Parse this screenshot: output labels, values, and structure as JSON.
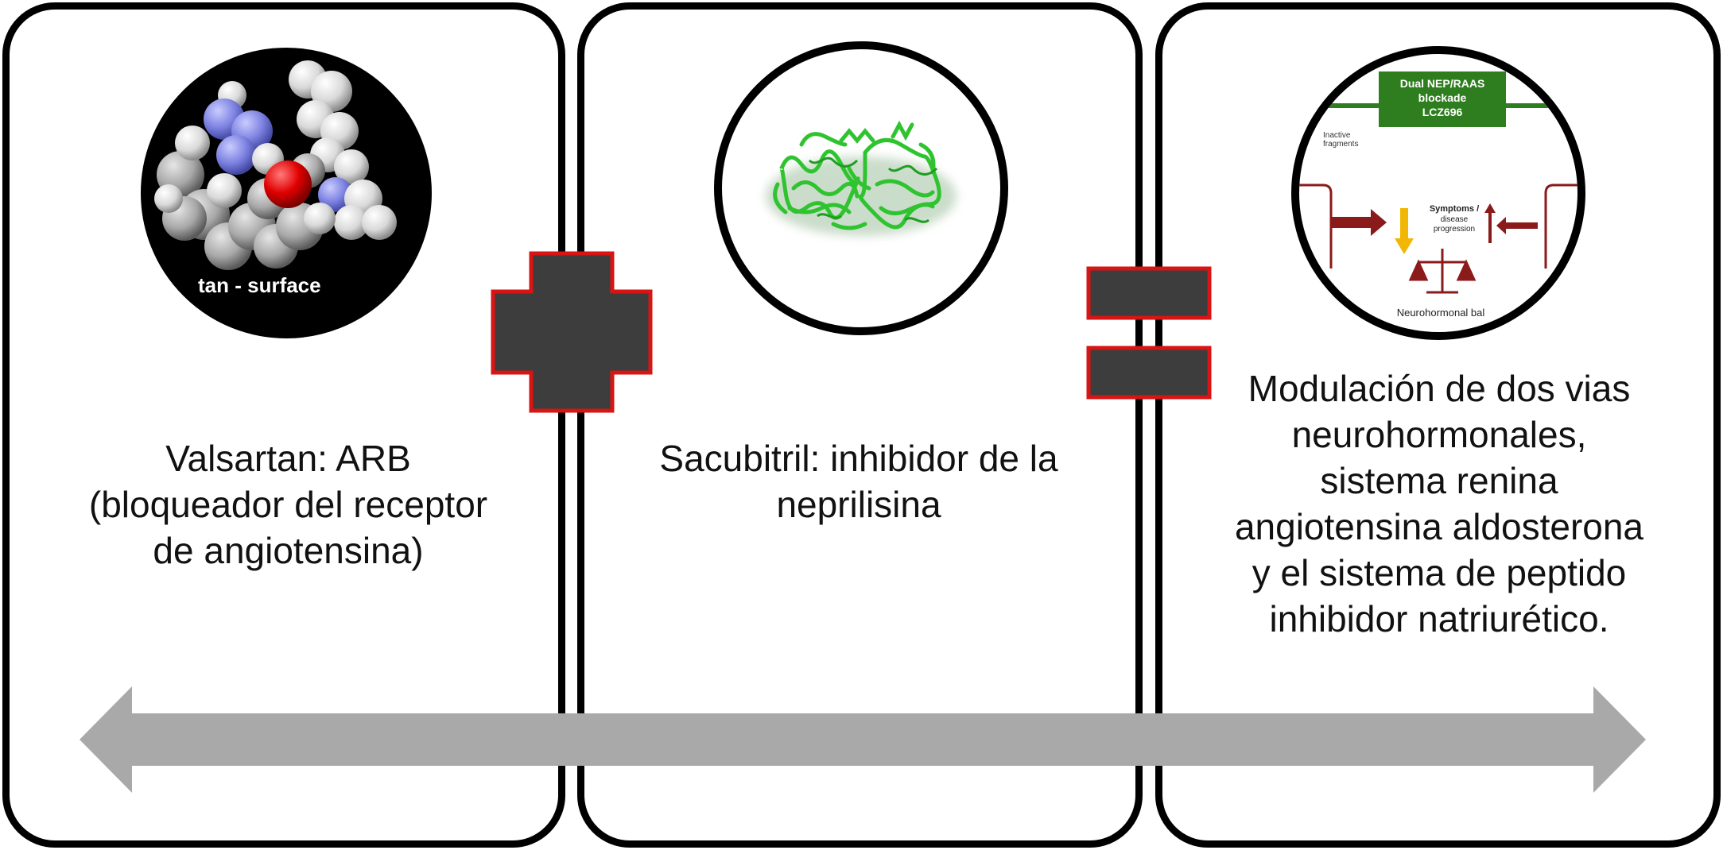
{
  "panels": [
    {
      "image_label": "tan - surface",
      "caption_lines": [
        "Valsartan: ARB",
        "(bloqueador del receptor",
        "de angiotensina)"
      ]
    },
    {
      "caption_lines": [
        "Sacubitril: inhibidor de la",
        "neprilisina"
      ]
    },
    {
      "image_texts": {
        "box_line_1": "Dual NEP/RAAS",
        "box_line_2": "blockade",
        "box_line_3": "LCZ696",
        "inactive_line_1": "Inactive",
        "inactive_line_2": "fragments",
        "symptoms_line_1": "Symptoms /",
        "symptoms_line_2": "disease",
        "symptoms_line_3": "progression",
        "bottom_label": "Neurohormonal bal"
      },
      "caption_lines": [
        "Modulación de dos vias",
        "neurohormonales,",
        "sistema renina",
        "angiotensina aldosterona",
        "y el sistema de peptido",
        "inhibidor natriurético."
      ]
    }
  ],
  "colors": {
    "operator_fill": "#3d3d3d",
    "operator_border": "#d81414",
    "arrow": "#a9a9a9",
    "protein_green": "#33cc33",
    "box_green": "#2e7d1e",
    "dark_red": "#8b1a1a"
  }
}
